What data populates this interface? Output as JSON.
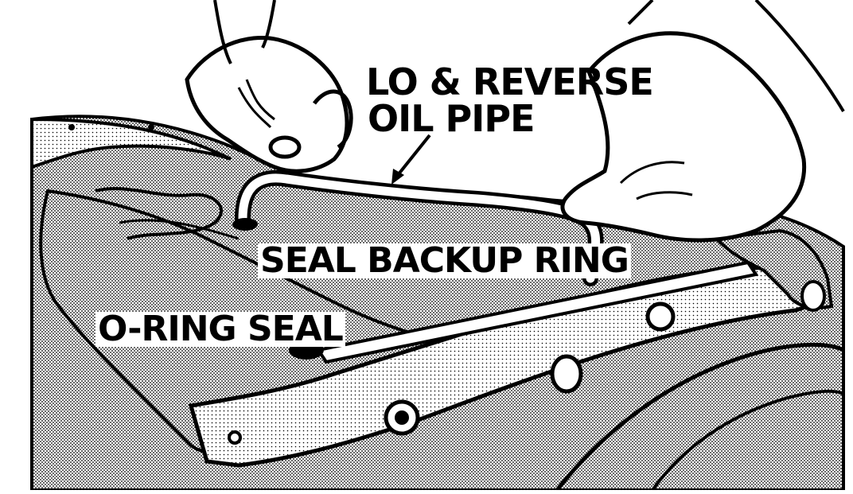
{
  "labels": {
    "pipe_line1": "LO & REVERSE",
    "pipe_line2": "OIL PIPE",
    "backup_ring": "SEAL BACKUP RING",
    "oring_seal": "O-RING SEAL"
  },
  "colors": {
    "ink": "#000000",
    "paper": "#ffffff",
    "halftone": "#b8b8b8"
  }
}
